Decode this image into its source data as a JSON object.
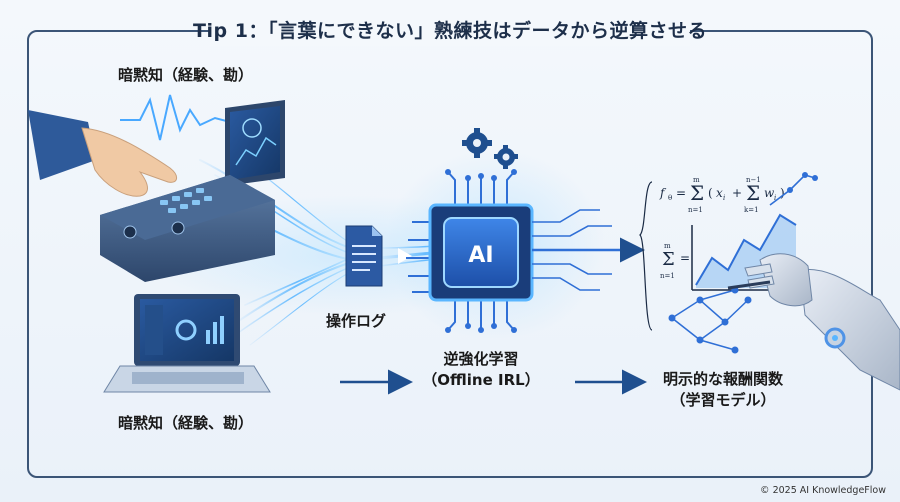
{
  "title": "Tip 1：「言葉にできない」熟練技はデータから逆算させる",
  "labels": {
    "tacit_top": "暗黙知（経験、勘）",
    "tacit_bottom": "暗黙知（経験、勘）",
    "operation_log": "操作ログ",
    "inverse_rl_line1": "逆強化学習",
    "inverse_rl_line2": "（Offline IRL）",
    "reward_line1": "明示的な報酬関数",
    "reward_line2": "（学習モデル）"
  },
  "chip_label": "AI",
  "copyright": "© 2025 AI KnowledgeFlow",
  "colors": {
    "frame": "#3b5577",
    "accent": "#2f6fd6",
    "dark_blue": "#1f4f8f"
  }
}
